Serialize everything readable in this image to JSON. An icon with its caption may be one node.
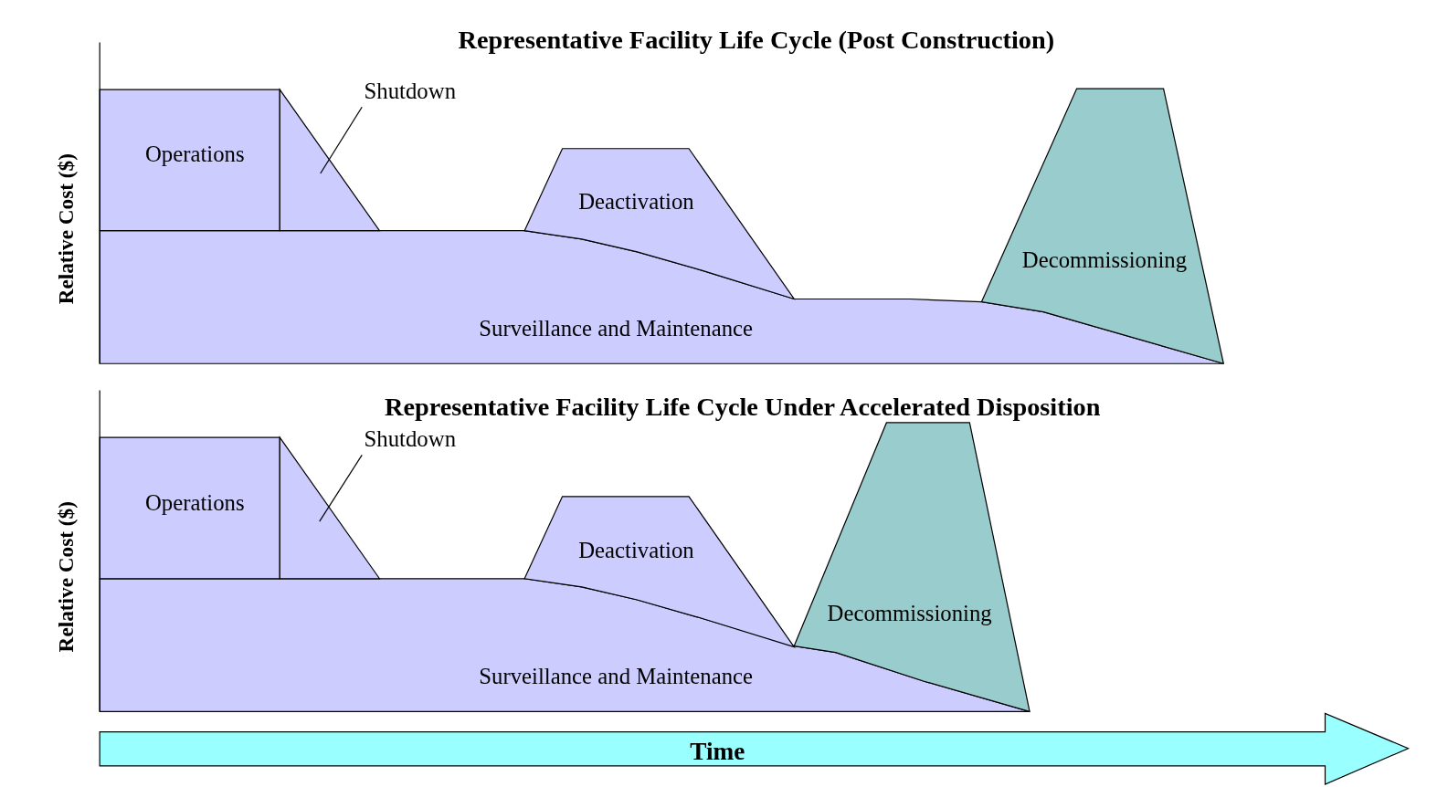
{
  "diagram": {
    "nodes": [
      {
        "text": [
          "Operations"
        ]
      },
      {
        "text": [],
        "shape": "triangle"
      },
      {
        "text": [
          "Shutdown"
        ]
      },
      {
        "text": [
          "Deactivation"
        ]
      },
      {
        "text": [
          "Decommissioning"
        ]
      },
      {
        "text": [
          "Surveillance and Maintenance"
        ]
      },
      {
        "text": [
          "Operations"
        ]
      },
      {
        "text": [],
        "shape": "triangle"
      },
      {
        "text": [
          "Shutdown"
        ]
      },
      {
        "text": [
          "Deactivation"
        ]
      },
      {
        "text": [
          "Decommissioning"
        ]
      },
      {
        "text": [
          "Surveillance and Maintenance"
        ]
      },
      {
        "text": [
          "Time"
        ]
      }
    ],
    "edges": [
      {
        "from": 2,
        "to": 1,
        "arrow": "none"
      },
      {
        "from": 8,
        "to": 7,
        "arrow": "none"
      }
    ],
    "labels": [
      "Representative Facility Life Cycle (Post Construction)",
      "Relative Cost ($)",
      "Representative Facility Life Cycle Under Accelerated Disposition",
      "Relative Cost ($)"
    ]
  }
}
